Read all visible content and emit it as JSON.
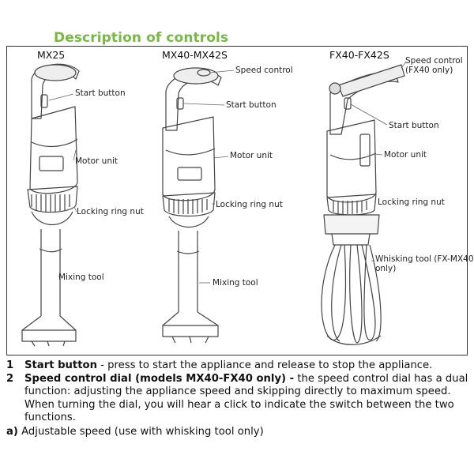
{
  "title": "Description of controls",
  "models": [
    "MX25",
    "MX40-MX42S",
    "FX40-FX42S"
  ],
  "labels": {
    "mx25": {
      "start_button": "Start button",
      "motor_unit": "Motor unit",
      "locking_ring_nut": "Locking ring nut",
      "mixing_tool": "Mixing tool"
    },
    "mx40": {
      "speed_control": "Speed control",
      "start_button": "Start button",
      "motor_unit": "Motor unit",
      "locking_ring_nut": "Locking ring nut",
      "mixing_tool": "Mixing tool"
    },
    "fx40": {
      "speed_control_line1": "Speed control",
      "speed_control_line2": "(FX40 only)",
      "start_button": "Start button",
      "motor_unit": "Motor unit",
      "locking_ring_nut": "Locking ring nut",
      "whisking_line1": "Whisking tool (FX-MX40",
      "whisking_line2": "only)"
    }
  },
  "items": [
    {
      "number": "1",
      "term": "Start button",
      "text": " - press to start the appliance and release to stop the appliance."
    },
    {
      "number": "2",
      "term": "Speed control dial (models MX40-FX40 only) -",
      "text": " the speed control dial has a dual function: adjusting the appliance speed and skipping directly to maximum speed. When turning the dial, you will hear a click to indicate the switch between the two functions."
    }
  ],
  "note": {
    "marker": "a)",
    "text": " Adjustable speed (use with whisking tool only)"
  }
}
